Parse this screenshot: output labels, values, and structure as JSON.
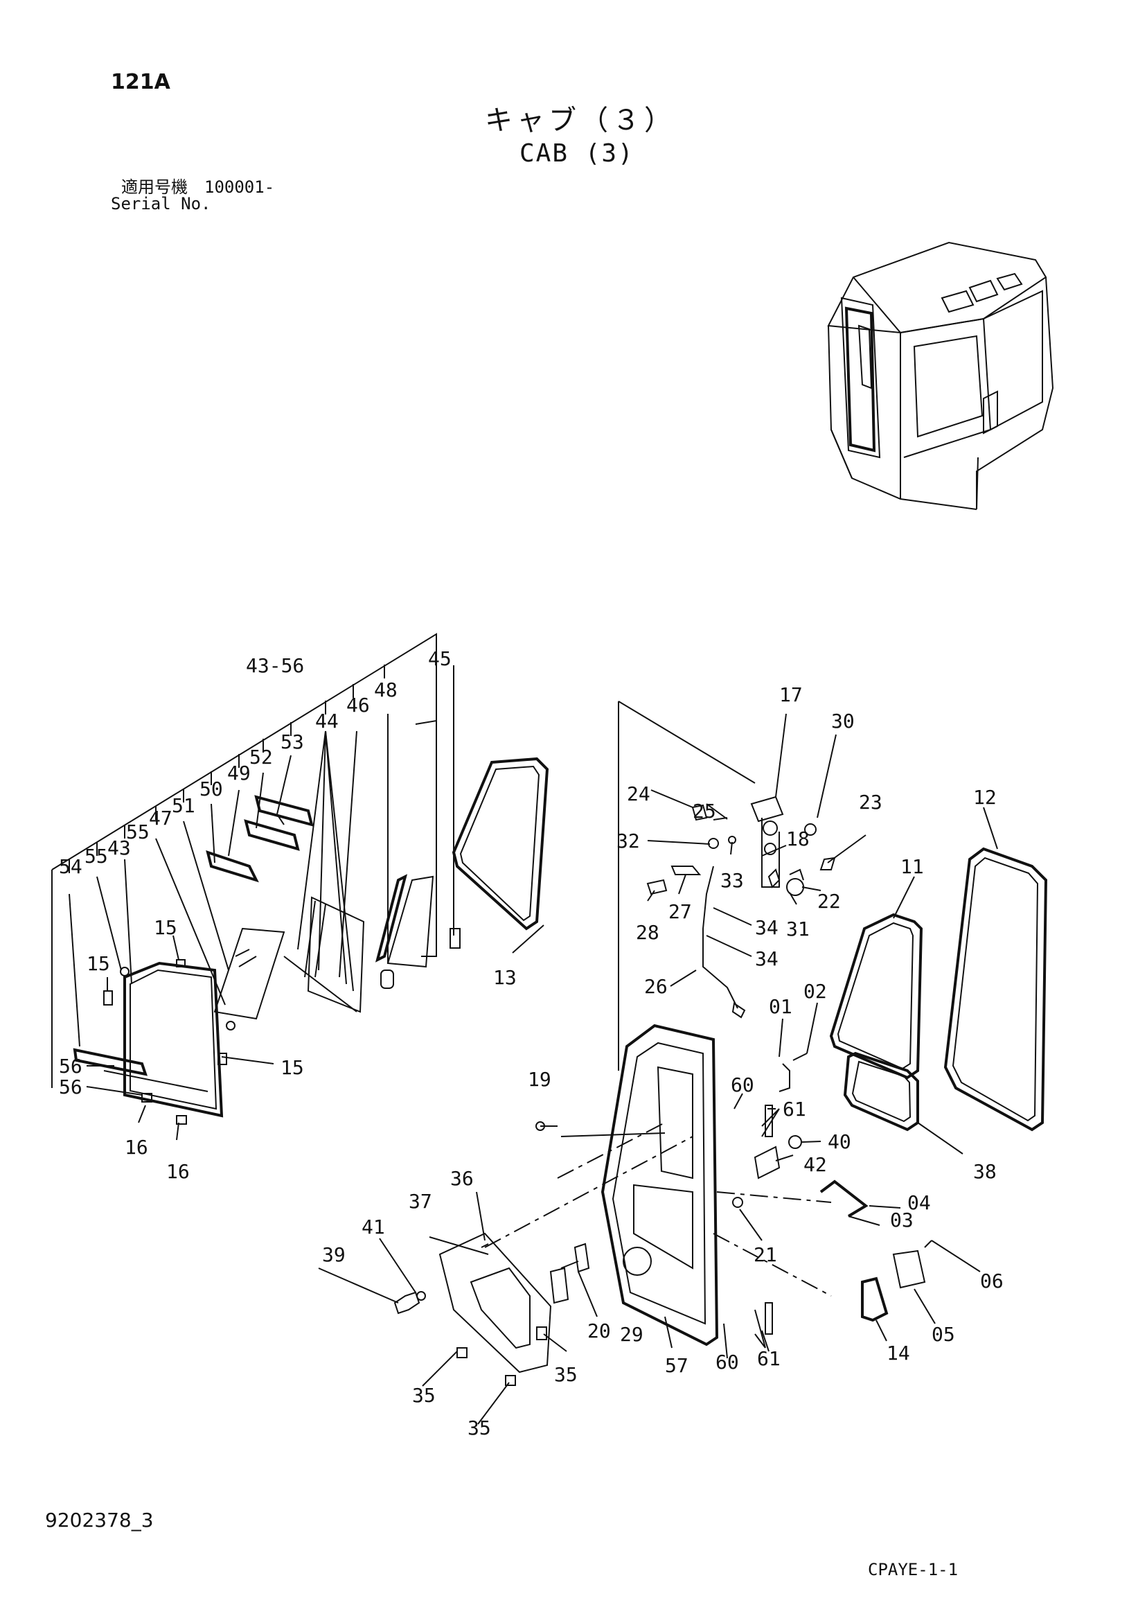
{
  "header": {
    "page_code": "121A",
    "title_jp": "キャブ（３）",
    "title_en": "CAB (3)",
    "serial_jp": "適用号機　100001-",
    "serial_en": "Serial No."
  },
  "footer": {
    "doc_number": "9202378_3",
    "page_code": "CPAYE-1-1"
  },
  "callouts": [
    "01",
    "02",
    "03",
    "04",
    "05",
    "06",
    "11",
    "12",
    "13",
    "14",
    "15",
    "15",
    "15",
    "16",
    "16",
    "17",
    "18",
    "19",
    "20",
    "21",
    "22",
    "23",
    "24",
    "25",
    "26",
    "27",
    "28",
    "29",
    "30",
    "31",
    "32",
    "33",
    "34",
    "34",
    "35",
    "35",
    "35",
    "36",
    "37",
    "38",
    "39",
    "40",
    "41",
    "42",
    "43",
    "43-56",
    "44",
    "45",
    "46",
    "47",
    "48",
    "49",
    "50",
    "51",
    "52",
    "53",
    "54",
    "55",
    "55",
    "56",
    "56",
    "57",
    "60",
    "60",
    "61",
    "61"
  ]
}
